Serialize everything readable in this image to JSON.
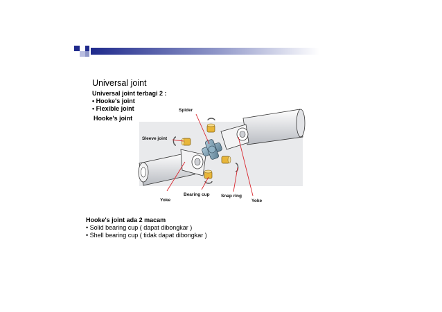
{
  "slide": {
    "title": "Universal joint",
    "subtitle": "Universal joint terbagi 2 :",
    "types": [
      "Hooke's joint",
      "Flexible joint"
    ],
    "section_heading": "Hooke's joint",
    "bottom_heading": "Hooke's joint ada 2 macam",
    "bottom_items": [
      "Solid bearing cup ( dapat dibongkar )",
      "Shell bearing cup ( tidak dapat dibongkar )"
    ]
  },
  "diagram": {
    "labels": {
      "spider": "Spider",
      "sleeve_joint": "Sleeve joint",
      "yoke_left": "Yoke",
      "bearing_cup": "Bearing cup",
      "snap_ring": "Snap ring",
      "yoke_right": "Yoke"
    }
  },
  "colors": {
    "accent_blue": "#1f2a8c",
    "leader_red": "#d8262e",
    "bearing_yellow": "#e8b63a"
  }
}
